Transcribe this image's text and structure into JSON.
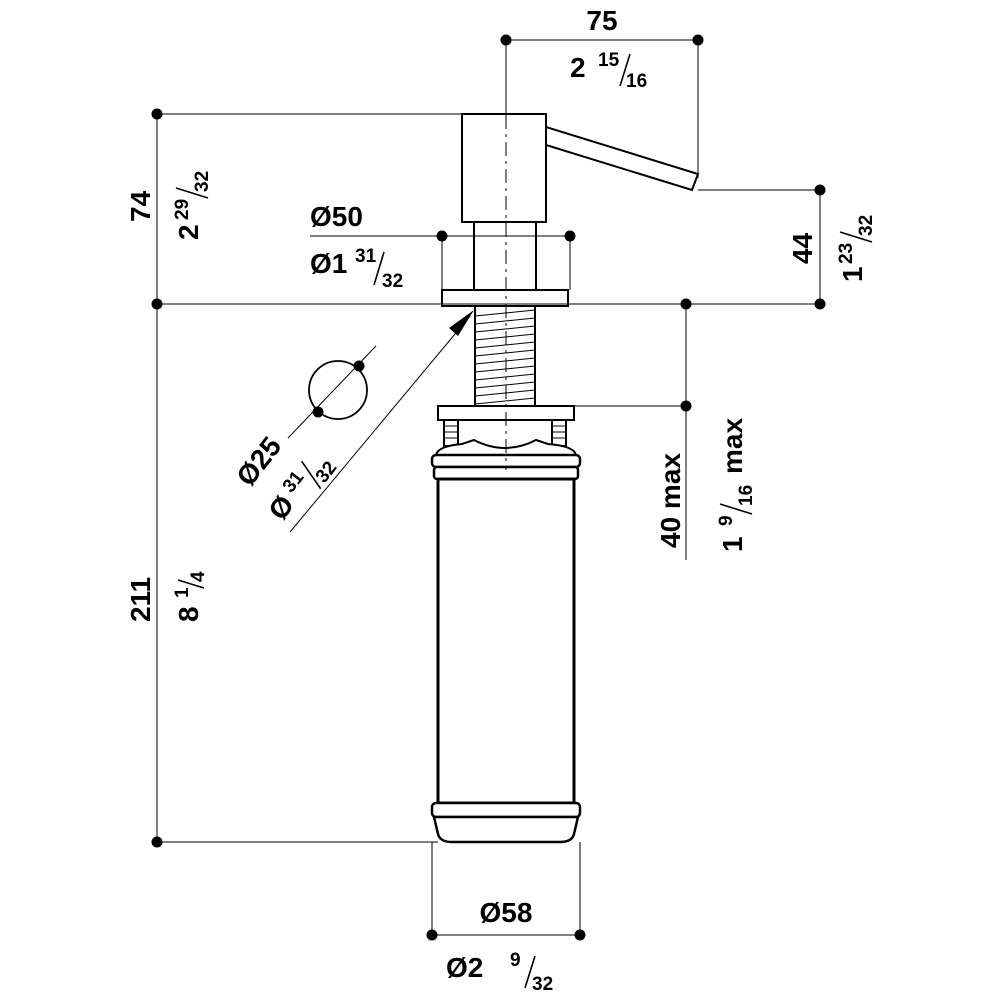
{
  "drawing": {
    "subject": "Soap dispenser dimension drawing",
    "line_color": "#000000",
    "background_color": "#ffffff"
  },
  "dimensions": {
    "top_width": {
      "mm": "75",
      "inch_whole": "2",
      "inch_num": "15",
      "inch_den": "16"
    },
    "head_height": {
      "mm": "74",
      "inch_whole": "2",
      "inch_num": "29",
      "inch_den": "32"
    },
    "flange_diameter": {
      "mm": "Ø50",
      "inch_whole": "Ø1",
      "inch_num": "31",
      "inch_den": "32"
    },
    "spout_height": {
      "mm": "44",
      "inch_whole": "1",
      "inch_num": "23",
      "inch_den": "32"
    },
    "hole_diameter": {
      "mm": "Ø25",
      "inch_whole": "Ø",
      "inch_num": "31",
      "inch_den": "32"
    },
    "max_thickness": {
      "mm": "40 max",
      "inch_whole": "1",
      "inch_num": "9",
      "inch_den": "16",
      "inch_suffix": "max"
    },
    "bottle_length": {
      "mm": "211",
      "inch_whole": "8",
      "inch_num": "1",
      "inch_den": "4"
    },
    "bottle_diameter": {
      "mm": "Ø58",
      "inch_whole": "Ø2",
      "inch_num": "9",
      "inch_den": "32"
    }
  }
}
